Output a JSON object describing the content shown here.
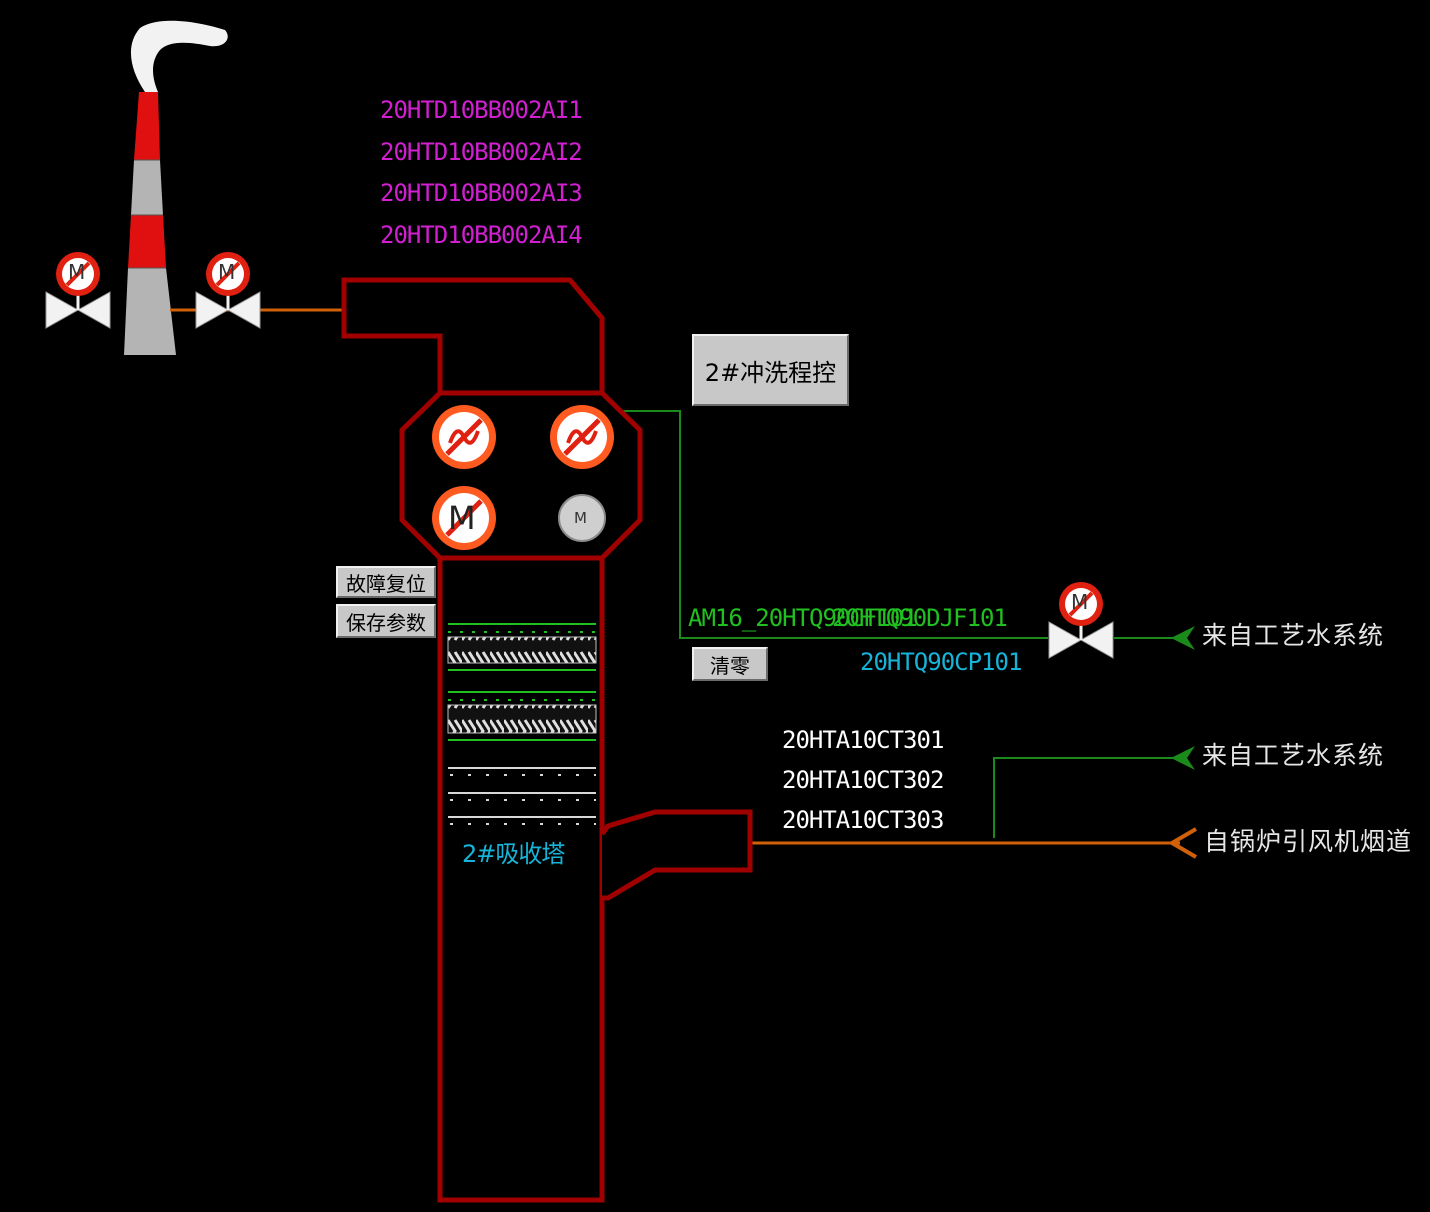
{
  "colors": {
    "background": "#000000",
    "vessel": "#a00000",
    "flue_pipe": "#d0600a",
    "water_pipe": "#1a8a1a",
    "magenta_tag": "#d21fd2",
    "cyan_tag": "#16b4d8",
    "green_tag": "#20c020",
    "alarm_icon": "#e02010",
    "stack_red": "#e01010",
    "stack_grey": "#b4b4b4"
  },
  "stack_tags": [
    "20HTD10BB002AI1",
    "20HTD10BB002AI2",
    "20HTD10BB002AI3",
    "20HTD10BB002AI4"
  ],
  "buttons": {
    "flush_control": "2#冲洗程控",
    "fault_reset": "故障复位",
    "save_params": "保存参数",
    "clear_zero": "清零"
  },
  "flush_water": {
    "tag_overlap_1": "AM16_20HTQ90CF101",
    "tag_overlap_2": "20HTQ90DJF101",
    "pressure_tag": "20HTQ90CP101"
  },
  "temperature_tags": [
    "20HTA10CT301",
    "20HTA10CT302",
    "20HTA10CT303"
  ],
  "sources": {
    "process_water_1": "来自工艺水系统",
    "process_water_2": "来自工艺水系统",
    "boiler_flue": "自锅炉引风机烟道"
  },
  "absorber": {
    "name": "2#吸收塔"
  },
  "icons": {
    "stack_valve_left": "motor-valve-icon",
    "stack_valve_right": "motor-valve-icon",
    "water_valve": "motor-valve-icon",
    "pump_1": "variable-frequency-icon",
    "pump_2": "variable-frequency-icon",
    "motor_alarm": "motor-icon",
    "motor_normal": "motor-icon",
    "motor_normal_label": "M",
    "valve_actuator_label": "M"
  }
}
